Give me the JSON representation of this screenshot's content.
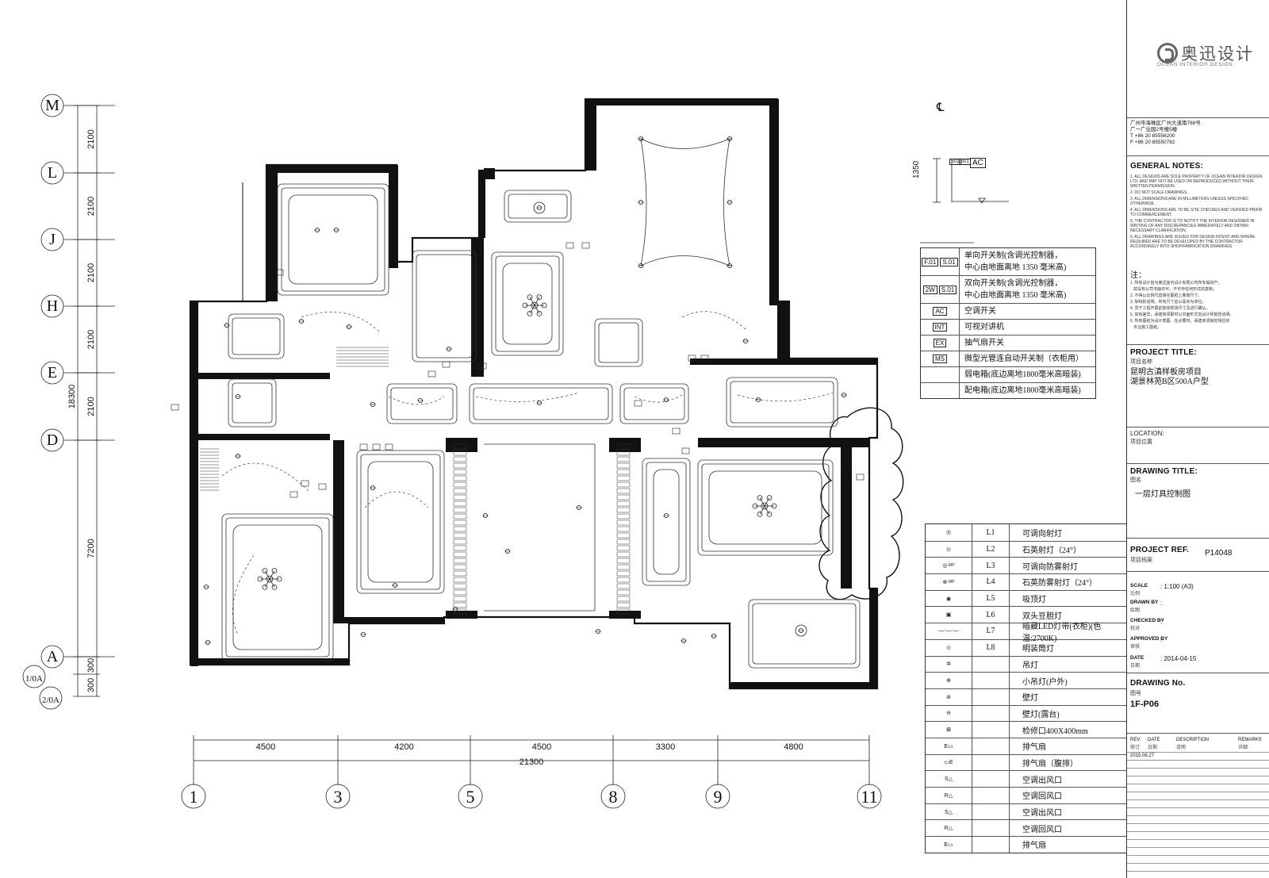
{
  "grid": {
    "rows": [
      "M",
      "L",
      "J",
      "H",
      "E",
      "D",
      "A",
      "1/0A",
      "2/0A"
    ],
    "row_dims": [
      "2100",
      "2100",
      "2100",
      "2100",
      "2100",
      "7200",
      "300",
      "300"
    ],
    "row_total": "18300",
    "cols": [
      "1",
      "3",
      "5",
      "8",
      "9",
      "11"
    ],
    "col_dims": [
      "4500",
      "4200",
      "4500",
      "3300",
      "4800"
    ],
    "col_total": "21300"
  },
  "elevation": {
    "height": "1350",
    "centerline": "℄",
    "switch_tags": [
      "S02",
      "S01",
      "AC"
    ]
  },
  "legend_switch": [
    {
      "symbol": [
        "F.01",
        "S.01"
      ],
      "text": [
        "单向开关制(含调光控制器，",
        "中心由地面离地 1350 毫米高)"
      ]
    },
    {
      "symbol": [
        "2W",
        "S.01"
      ],
      "text": [
        "双向开关制(含调光控制器，",
        "中心由地面离地 1350 毫米高)"
      ]
    },
    {
      "symbol": [
        "AC"
      ],
      "text": [
        "空调开关"
      ]
    },
    {
      "symbol": [
        "INT"
      ],
      "text": [
        "可视对讲机"
      ]
    },
    {
      "symbol": [
        "EX"
      ],
      "text": [
        "抽气扇开关"
      ]
    },
    {
      "symbol": [
        "MS"
      ],
      "text": [
        "微型光管连自动开关制（衣柜用）"
      ]
    },
    {
      "symbol": [],
      "text": [
        "弱电箱(底边离地1800毫米高暗装)"
      ]
    },
    {
      "symbol": [],
      "text": [
        "配电箱(底边离地1800毫米高暗装)"
      ]
    }
  ],
  "legend_lights": [
    {
      "icon": "adjustable-spotlight-icon",
      "code": "L1",
      "label": "可调向射灯"
    },
    {
      "icon": "quartz-spotlight-icon",
      "code": "L2",
      "label": "石英射灯（24°）"
    },
    {
      "icon": "adjustable-waterproof-spotlight-icon",
      "code": "L3",
      "label": "可调向防雾射灯",
      "tag": "WP"
    },
    {
      "icon": "quartz-waterproof-spotlight-icon",
      "code": "L4",
      "label": "石英防雾射灯（24°）",
      "tag": "WP"
    },
    {
      "icon": "ceiling-light-icon",
      "code": "L5",
      "label": "吸顶灯"
    },
    {
      "icon": "double-head-light-icon",
      "code": "L6",
      "label": "双头豆胆灯"
    },
    {
      "icon": "led-strip-icon",
      "code": "L7",
      "label": "暗藏LED灯带(衣柜)(色温:2700K)"
    },
    {
      "icon": "downlight-icon",
      "code": "L8",
      "label": "明装筒灯"
    },
    {
      "icon": "pendant-light-icon",
      "code": "",
      "label": "吊灯"
    },
    {
      "icon": "small-pendant-outdoor-icon",
      "code": "",
      "label": "小吊灯(户外)"
    },
    {
      "icon": "wall-light-icon",
      "code": "",
      "label": "壁灯"
    },
    {
      "icon": "wall-light-terrace-icon",
      "code": "",
      "label": "壁灯(露台)"
    },
    {
      "icon": "access-panel-icon",
      "code": "",
      "label": "检修口400X400mm"
    },
    {
      "icon": "exhaust-fan-icon",
      "code": "",
      "label": "排气扇"
    },
    {
      "icon": "exhaust-fan-concealed-icon",
      "code": "",
      "label": "排气扇（腹排）"
    },
    {
      "icon": "ac-supply-icon",
      "code": "",
      "label": "空调出风口"
    },
    {
      "icon": "ac-return-icon",
      "code": "",
      "label": "空调回风口"
    },
    {
      "icon": "ac-supply-icon",
      "code": "",
      "label": "空调出风口"
    },
    {
      "icon": "ac-return-icon",
      "code": "",
      "label": "空调回风口"
    },
    {
      "icon": "exhaust-fan-icon",
      "code": "",
      "label": "排气扇"
    }
  ],
  "titleblock": {
    "logo_cn": "奥迅设计",
    "logo_en": "OCEAN INTERIOR DESIGN",
    "address": [
      "广州市海珠区广州大道南788号",
      "广一广业园2号楼5楼",
      "T +86 20 85556200",
      "F +86 20 85550762"
    ],
    "general_notes_title": "GENERAL NOTES:",
    "notes_en": [
      "1. ALL DESIGNS ARE SOLE PROPERTY OF OCEAN INTERIOR DESIGN LTD. AND MAY NOT BE USED OR REPRODUCED WITHOUT THEIR WRITTEN PERMISSION.",
      "2. DO NOT SCALE DRAWINGS.",
      "3. ALL DIMENSIONS ARE IN MILLIMETERS UNLESS SPECIFIED OTHERWISE.",
      "4. ALL DIMENSIONS ARE TO BE SITE CHECKED AND VERIFIED PRIOR TO COMMENCEMENT.",
      "5. THE CONTRACTOR IS TO NOTIFY THE INTERIOR DESIGNER IN WRITING OF ANY DISCREPANCIES IMMEDIATELY AND OBTAIN NECESSARY CLARIFICATION.",
      "6. ALL DRAWINGS ARE ISSUED FOR DESIGN INTENT AND WHERE REQUIRED ARE TO BE DEVELOPED BY THE CONTRACTOR ACCORDINGLY INTO SHOP/FABRICATION DRAWINGS."
    ],
    "notes_cn_title": "注：",
    "notes_cn": [
      "1. 所有设计皆为奥迅室内设计有限公司所专属财产，",
      "   如没有公司书面许可，不可作任何形式的复制。",
      "2. 不得以比例尺直接在图纸上量度尺寸。",
      "3. 除特别说明，所有尺寸皆以毫米为单位。",
      "4. 须于工程开展前复核现场尺寸及进行确认。",
      "5. 如有差异，承建商须即时以书面形式向设计师报告说明。",
      "6. 所有图纸为设计意图，在必要时，承建商须制定相应的",
      "   专业施工图纸。"
    ],
    "project_title_label": "PROJECT TITLE:",
    "project_title_cn_label": "项目名称",
    "project_title": [
      "昆明古滇样板房项目",
      "湖景林苑B区500A户型"
    ],
    "location_label": "LOCATION:",
    "location_cn_label": "项目位置",
    "drawing_title_label": "DRAWING  TITLE:",
    "drawing_title_cn_label": "图名",
    "drawing_title": "一层灯具控制图",
    "project_ref_label": "PROJECT REF.",
    "project_ref_cn_label": "项目档案",
    "project_ref": "P14048",
    "scale_label": "SCALE",
    "scale_cn_label": "比例",
    "scale": ": 1:100 (A3)",
    "drawn_by_label": "DRAWN BY",
    "drawn_by_cn_label": "绘图",
    "drawn_by": ":",
    "checked_by_label": "CHECKED BY",
    "checked_by_cn_label": "校对",
    "checked_by": ":",
    "approved_by_label": "APPROVED BY",
    "approved_by_cn_label": "审核",
    "approved_by": ":",
    "date_label": "DATE",
    "date_cn_label": "日期",
    "date": ": 2014-04-15",
    "drawing_no_label": "DRAWING No.",
    "drawing_no_cn_label": "图号",
    "drawing_no": "1F-P06",
    "rev_headers": [
      "REV.",
      "DATE",
      "DESCRIPTION",
      "REMARKS"
    ],
    "rev_headers_cn": [
      "修订",
      "日期",
      "说明",
      "详细"
    ],
    "rev_date": "2015.08.27"
  }
}
